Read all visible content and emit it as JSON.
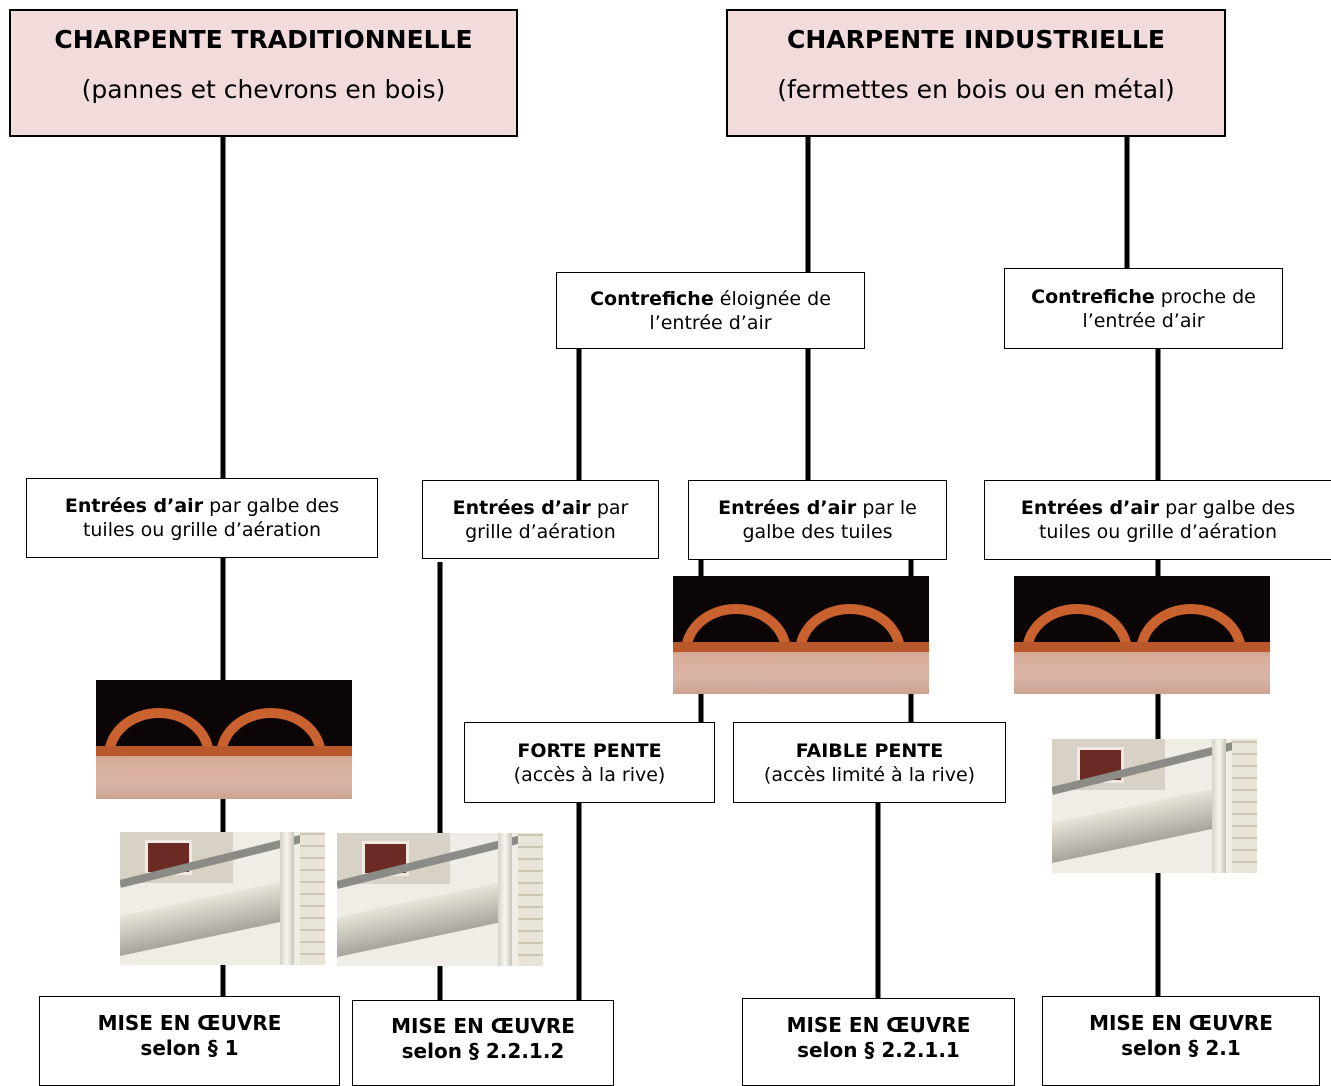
{
  "top_left": {
    "title": "CHARPENTE TRADITIONNELLE",
    "subtitle": "(pannes et chevrons en bois)"
  },
  "top_right": {
    "title": "CHARPENTE INDUSTRIELLE",
    "subtitle": "(fermettes en bois ou en métal)"
  },
  "contrefiche_far": {
    "bold": "Contrefiche",
    "rest": " éloignée de l’entrée d’air"
  },
  "contrefiche_near": {
    "bold": "Contrefiche",
    "rest": " proche de l’entrée d’air"
  },
  "entree_trad": {
    "bold": "Entrées d’air",
    "rest": " par galbe des tuiles ou grille d’aération"
  },
  "entree_grille": {
    "bold": "Entrées d’air",
    "rest": " par grille d’aération"
  },
  "entree_galbe": {
    "bold": "Entrées d’air",
    "rest": " par le galbe des tuiles"
  },
  "entree_near": {
    "bold": "Entrées d’air",
    "rest": " par galbe des tuiles ou grille d’aération"
  },
  "forte_pente": {
    "title": "FORTE PENTE",
    "subtitle": "(accès à la rive)"
  },
  "faible_pente": {
    "title": "FAIBLE PENTE",
    "subtitle": "(accès limité à la rive)"
  },
  "final_1": {
    "line1": "MISE EN ŒUVRE",
    "line2": "selon § 1"
  },
  "final_2": {
    "line1": "MISE EN ŒUVRE",
    "line2": "selon § 2.2.1.2"
  },
  "final_3": {
    "line1": "MISE EN ŒUVRE",
    "line2": "selon § 2.2.1.1"
  },
  "final_4": {
    "line1": "MISE EN ŒUVRE",
    "line2": "selon § 2.1"
  },
  "colors": {
    "top_fill": "#f2dcdb",
    "line": "#000000",
    "box_fill": "#ffffff"
  },
  "photos": [
    "tile-ridge-photo",
    "eave-gutter-photo"
  ]
}
